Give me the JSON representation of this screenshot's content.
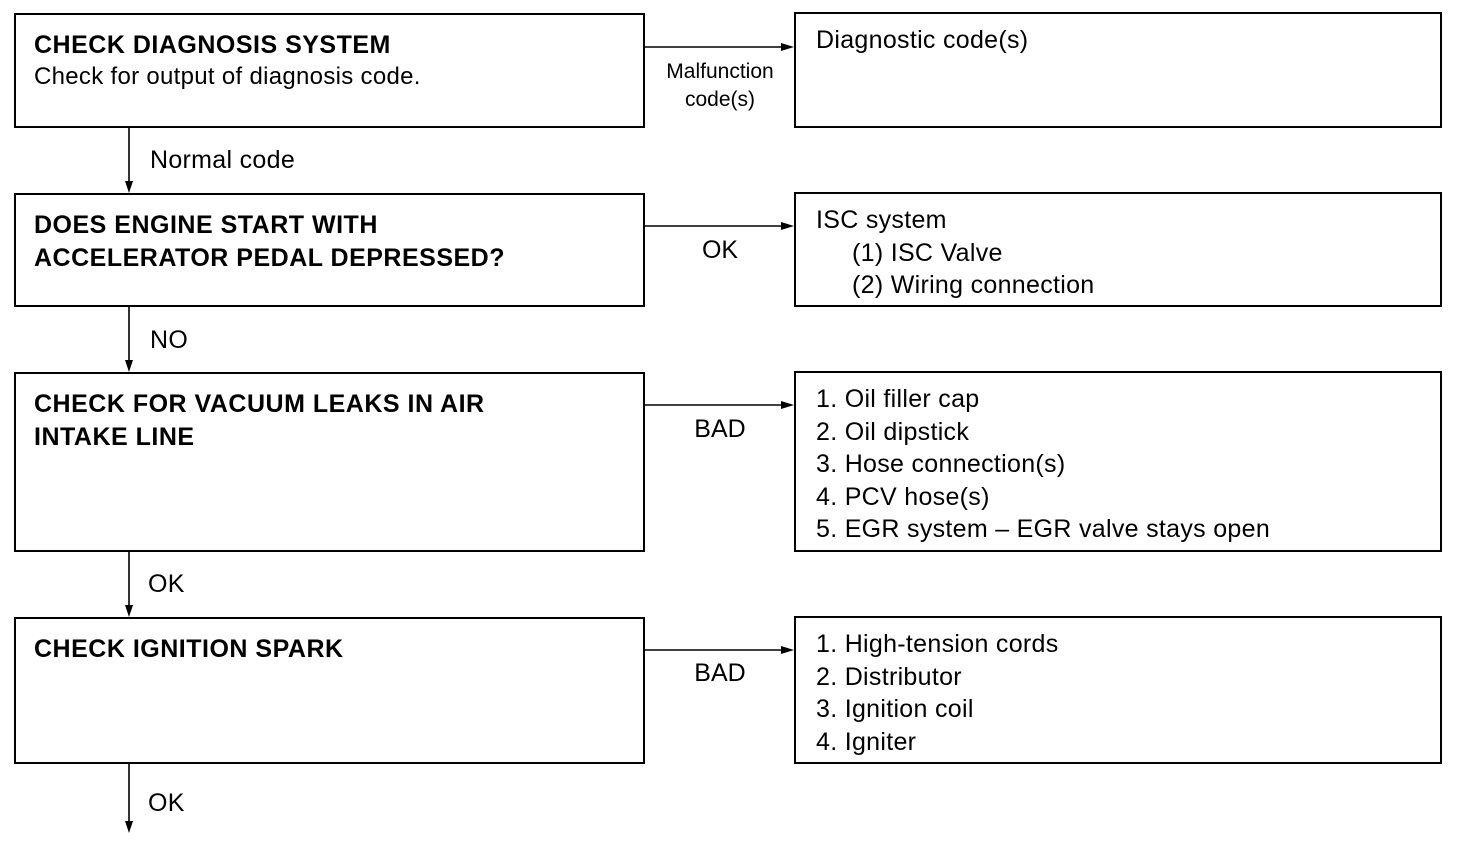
{
  "steps": [
    {
      "title": "CHECK DIAGNOSIS SYSTEM",
      "desc": "Check for output of diagnosis code."
    },
    {
      "title": "DOES ENGINE START WITH\nACCELERATOR PEDAL DEPRESSED?"
    },
    {
      "title": "CHECK FOR VACUUM LEAKS IN AIR\nINTAKE LINE"
    },
    {
      "title": "CHECK IGNITION SPARK"
    }
  ],
  "outcomes": [
    {
      "title": "Diagnostic code(s)"
    },
    {
      "title": "ISC system",
      "items": [
        "(1) ISC Valve",
        "(2) Wiring connection"
      ]
    },
    {
      "items": [
        "1. Oil filler cap",
        "2. Oil dipstick",
        "3. Hose connection(s)",
        "4. PCV hose(s)",
        "5. EGR system – EGR valve stays open"
      ]
    },
    {
      "items": [
        "1. High-tension cords",
        "2. Distributor",
        "3. Ignition coil",
        "4. Igniter"
      ]
    }
  ],
  "branch_labels": {
    "step1": [
      "Malfunction",
      "code(s)"
    ],
    "step2": "OK",
    "step3": "BAD",
    "step4": "BAD"
  },
  "down_labels": [
    "Normal code",
    "NO",
    "OK",
    "OK"
  ]
}
